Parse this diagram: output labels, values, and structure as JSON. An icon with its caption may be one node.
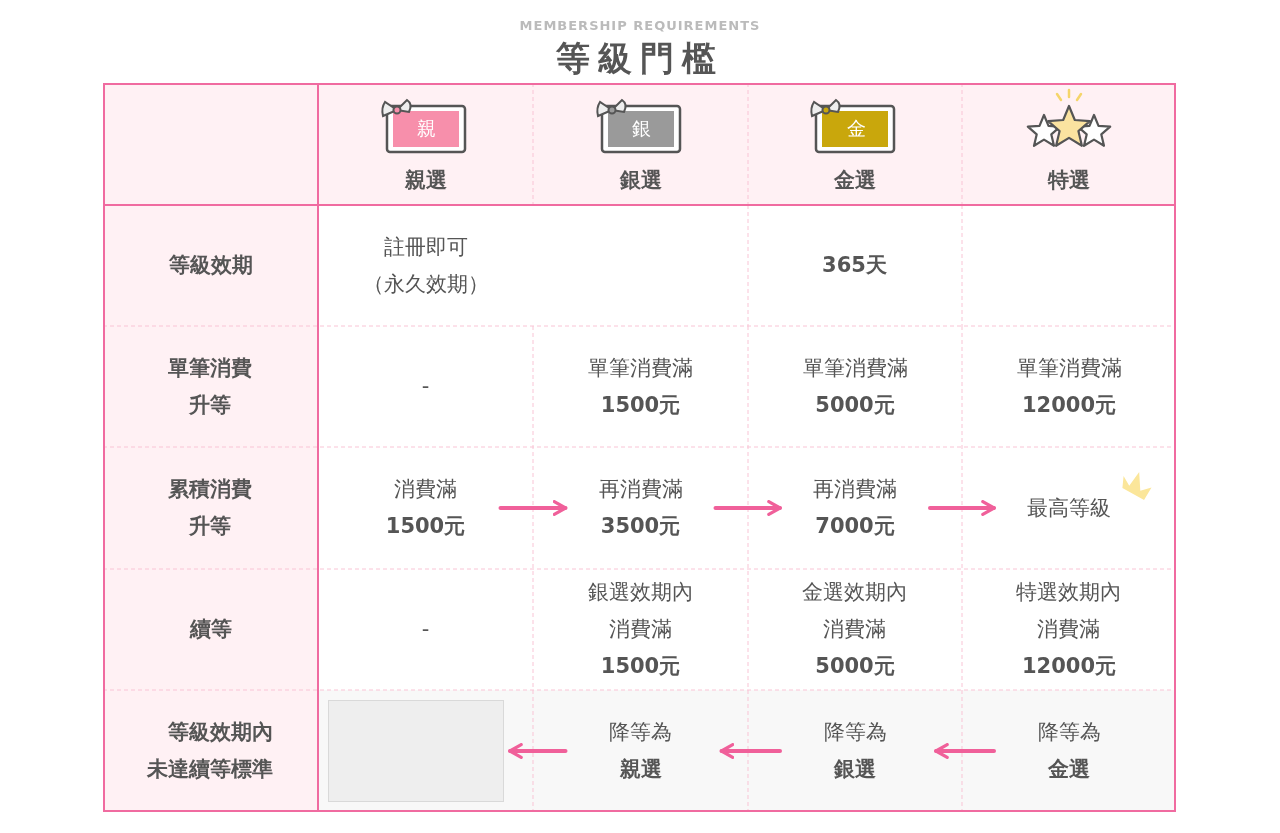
{
  "diagram": {
    "title": "等級門檻",
    "nodes": [
      {
        "text": [
          "消費滿",
          "1500元"
        ]
      },
      {
        "text": [
          "再消費滿",
          "3500元"
        ]
      },
      {
        "text": [
          "再消費滿",
          "7000元"
        ]
      },
      {
        "text": [
          "最高等級"
        ]
      },
      {
        "text": [],
        "shape": "box"
      },
      {
        "text": [
          "降等為",
          "親選"
        ]
      },
      {
        "text": [
          "降等為",
          "銀選"
        ]
      },
      {
        "text": [
          "降等為",
          "金選"
        ]
      }
    ],
    "edges": [
      {
        "from": 0,
        "to": 1,
        "arrow": "to"
      },
      {
        "from": 1,
        "to": 2,
        "arrow": "to"
      },
      {
        "from": 2,
        "to": 3,
        "arrow": "to"
      },
      {
        "from": 5,
        "to": 4,
        "arrow": "to"
      },
      {
        "from": 6,
        "to": 5,
        "arrow": "to"
      },
      {
        "from": 7,
        "to": 6,
        "arrow": "to"
      }
    ],
    "labels": [
      "MEMBERSHIP REQUIREMENTS",
      "親",
      "親選",
      "銀",
      "銀選",
      "金",
      "金選",
      "特選",
      "等級效期",
      "註冊即可（永久效期）",
      "365天",
      "單筆消費升等",
      "-",
      "單筆消費滿",
      "1500元",
      "單筆消費滿",
      "5000元",
      "單筆消費滿",
      "12000元",
      "累積消費升等",
      "續等",
      "-",
      "銀選效期內消費滿",
      "1500元",
      "金選效期內消費滿",
      "5000元",
      "特選效期內消費滿",
      "12000元",
      "等級效期內未達續等標準"
    ]
  }
}
